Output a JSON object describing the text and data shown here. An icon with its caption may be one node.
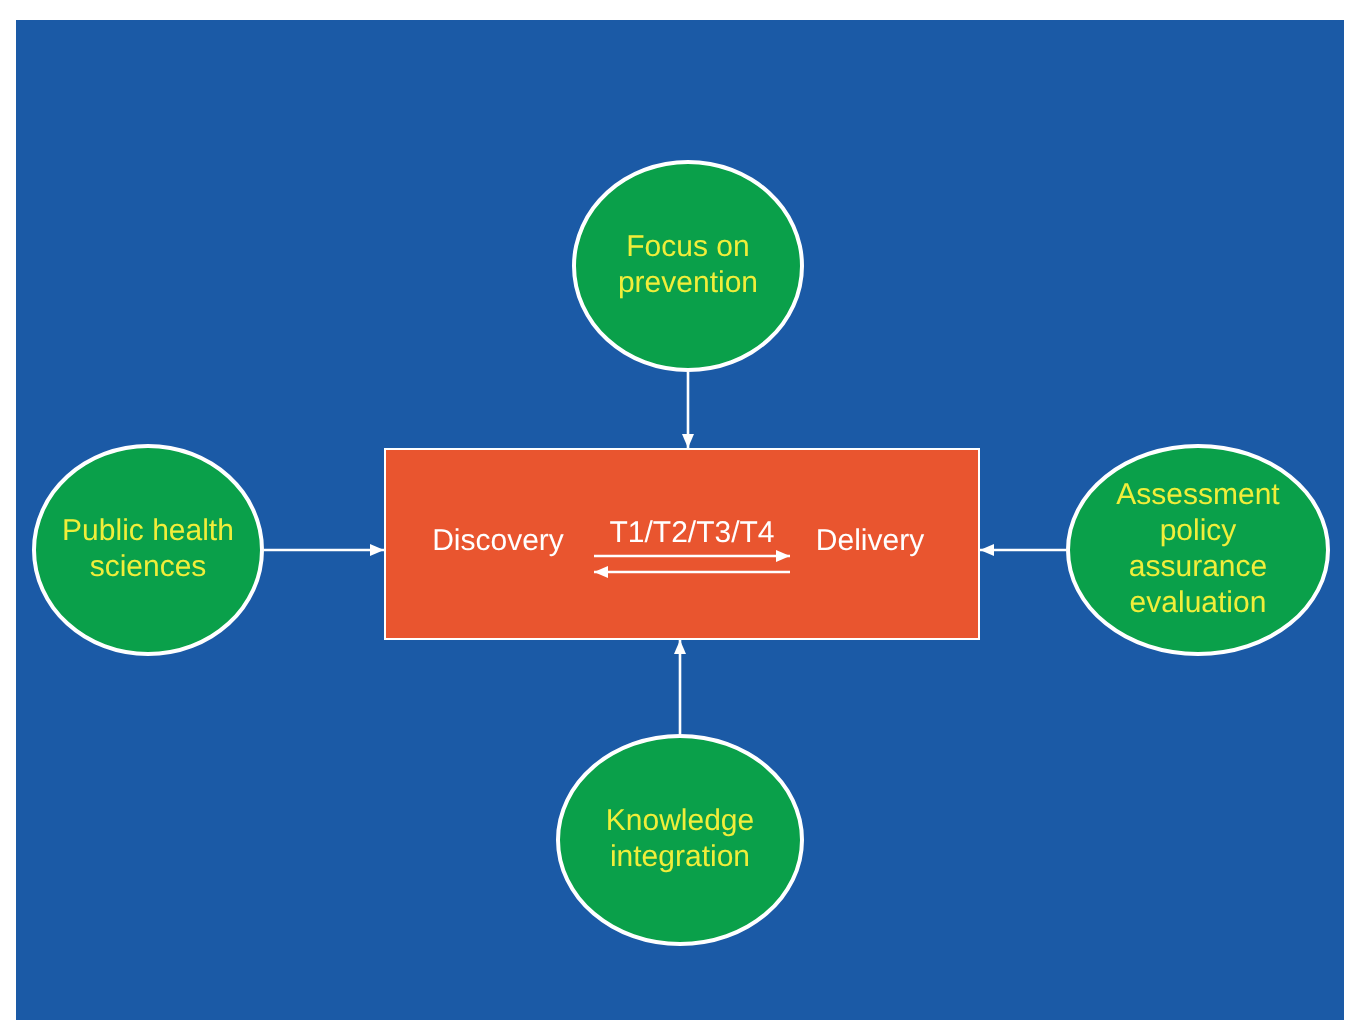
{
  "diagram": {
    "nodes": [
      {
        "text": [
          "Focus on prevention"
        ]
      },
      {
        "text": [
          "Public health sciences"
        ]
      },
      {
        "text": [],
        "shape": "box"
      },
      {
        "text": [
          "Discovery"
        ],
        "in": 2
      },
      {
        "text": [
          "Delivery"
        ],
        "in": 2
      },
      {
        "text": [
          "Assessment policy assurance evaluation"
        ]
      },
      {
        "text": [
          "Knowledge integration"
        ]
      }
    ],
    "edges": [
      {
        "from": 0,
        "to": 2,
        "arrow": "to"
      },
      {
        "from": 1,
        "to": 2,
        "arrow": "to"
      },
      {
        "from": 5,
        "to": 2,
        "arrow": "to"
      },
      {
        "from": 6,
        "to": 2,
        "arrow": "to"
      },
      {
        "from": 3,
        "to": 4,
        "arrow": "to",
        "label": "T1/T2/T3/T4"
      },
      {
        "from": 4,
        "to": 3,
        "arrow": "to"
      }
    ]
  }
}
